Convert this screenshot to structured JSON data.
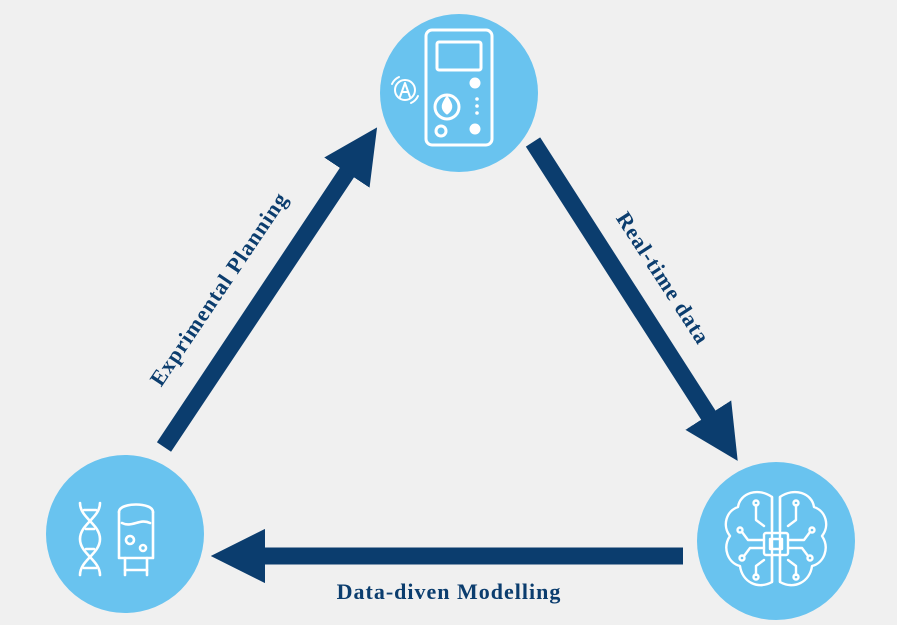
{
  "colors": {
    "background": "#f0f0f0",
    "node_fill": "#69c3ef",
    "icon_stroke": "#ffffff",
    "arrow": "#0b3d6e",
    "label": "#0b3d6e"
  },
  "nodes": [
    {
      "id": "instrument",
      "icon": "handheld-analyzer-icon"
    },
    {
      "id": "ai",
      "icon": "brain-chip-icon"
    },
    {
      "id": "bio",
      "icon": "dna-bioreactor-icon"
    }
  ],
  "edges": [
    {
      "from": "instrument",
      "to": "ai",
      "label": "Real-time data"
    },
    {
      "from": "ai",
      "to": "bio",
      "label": "Data-diven Modelling"
    },
    {
      "from": "bio",
      "to": "instrument",
      "label": "Exprimental Planning"
    }
  ]
}
